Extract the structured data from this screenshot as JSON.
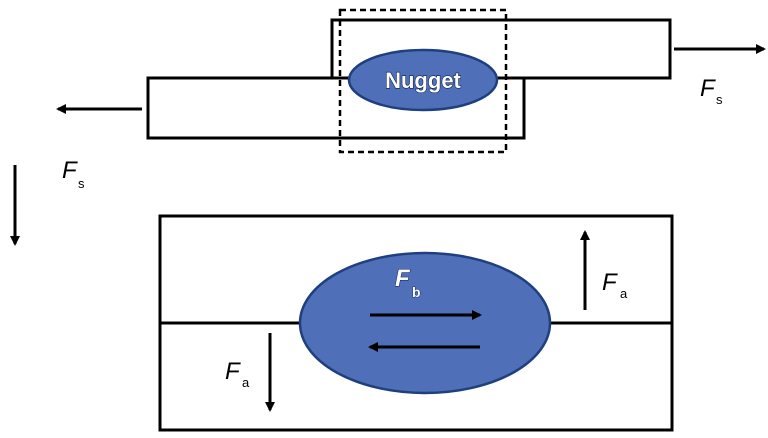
{
  "diagram": {
    "nugget_label": "Nugget",
    "colors": {
      "nugget_fill": "#4F6FB9",
      "nugget_stroke": "#1F3F7F",
      "line": "#000000",
      "background": "#ffffff"
    },
    "forces": {
      "shear_right": {
        "symbol": "F",
        "subscript": "s"
      },
      "shear_left": {
        "symbol": "F",
        "subscript": "s"
      },
      "bond": {
        "symbol": "F",
        "subscript": "b"
      },
      "axial_up": {
        "symbol": "F",
        "subscript": "a"
      },
      "axial_down": {
        "symbol": "F",
        "subscript": "a"
      }
    }
  }
}
